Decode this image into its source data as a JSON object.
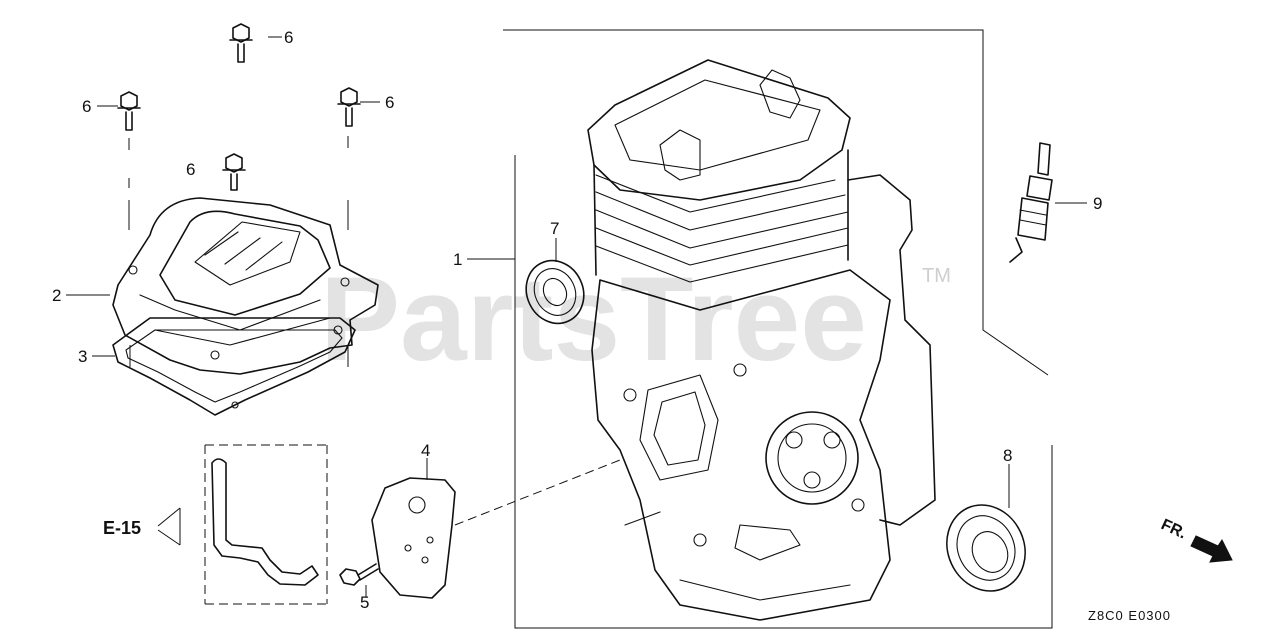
{
  "watermark": {
    "text": "PartsTree",
    "trademark": "TM"
  },
  "callouts": {
    "c1": "1",
    "c2": "2",
    "c3": "3",
    "c4": "4",
    "c5": "5",
    "c6a": "6",
    "c6b": "6",
    "c6c": "6",
    "c6d": "6",
    "c7": "7",
    "c8": "8",
    "c9": "9"
  },
  "reference": {
    "label": "E-15"
  },
  "direction": {
    "label": "FR.",
    "icon": "front-arrow-icon"
  },
  "drawing_code": "Z8C0 E0300",
  "colors": {
    "ink": "#111111",
    "watermark": "#e3e3e3",
    "background": "#ffffff"
  }
}
